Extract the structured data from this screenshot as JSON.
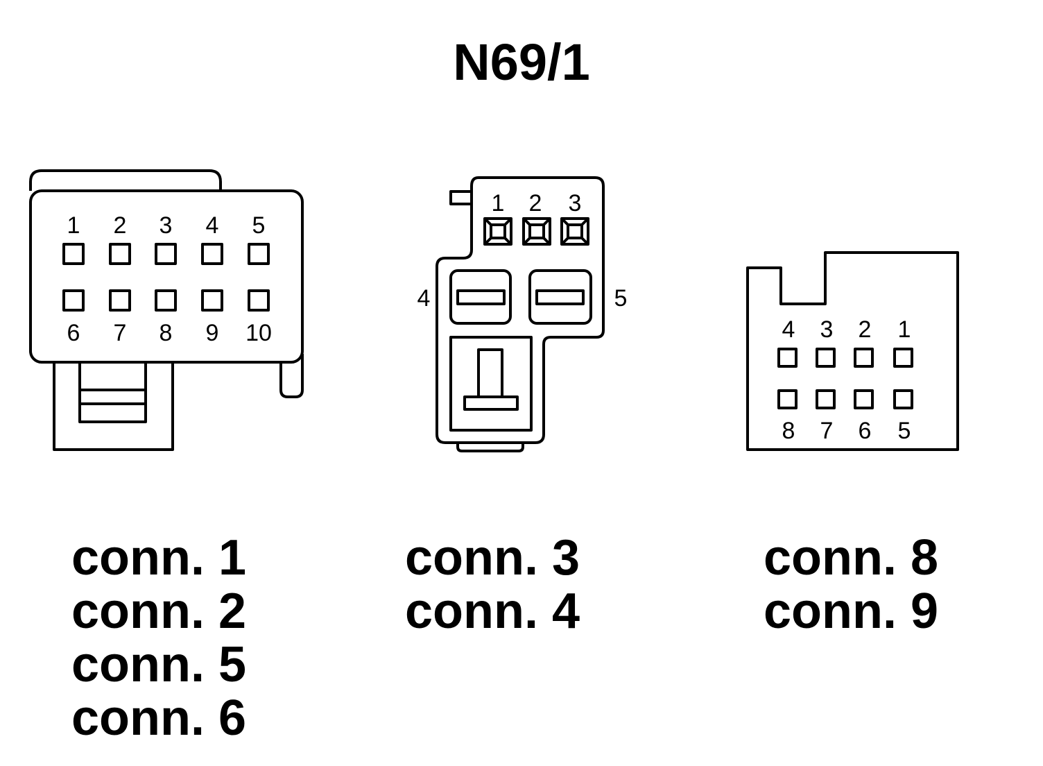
{
  "title": "N69/1",
  "connector_a": {
    "pins_top": [
      "1",
      "2",
      "3",
      "4",
      "5"
    ],
    "pins_bottom": [
      "6",
      "7",
      "8",
      "9",
      "10"
    ],
    "labels": [
      "conn. 1",
      "conn. 2",
      "conn. 5",
      "conn. 6"
    ]
  },
  "connector_b": {
    "pins_top": [
      "1",
      "2",
      "3"
    ],
    "pin_left": "4",
    "pin_right": "5",
    "labels": [
      "conn. 3",
      "conn. 4"
    ]
  },
  "connector_c": {
    "pins_top": [
      "4",
      "3",
      "2",
      "1"
    ],
    "pins_bottom": [
      "8",
      "7",
      "6",
      "5"
    ],
    "labels": [
      "conn. 8",
      "conn. 9"
    ]
  }
}
